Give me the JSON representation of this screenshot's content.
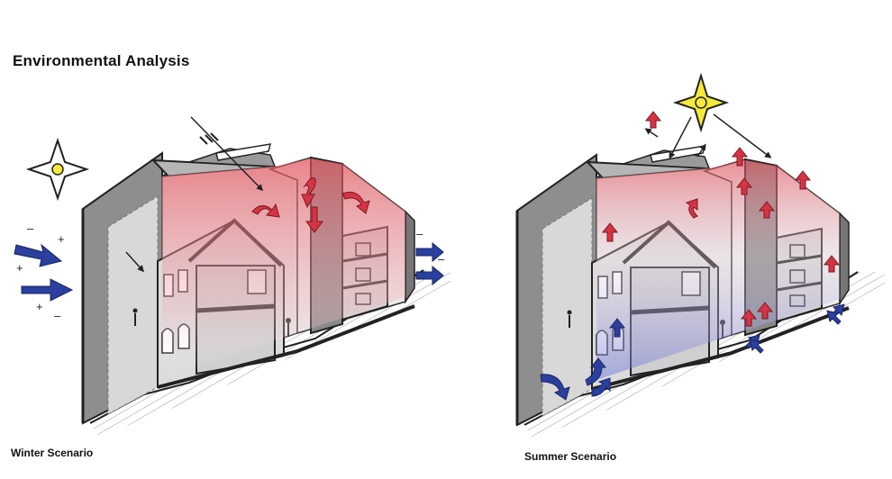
{
  "title": "Environmental Analysis",
  "winter": {
    "caption": "Winter Scenario"
  },
  "summer": {
    "caption": "Summer Scenario"
  },
  "colors": {
    "warm": "#e8505a",
    "cool": "#6e78d8",
    "arrow_blue": "#2a3f9e",
    "arrow_red": "#d63345",
    "sun": "#f4ea3a",
    "wall": "#8c8c8c",
    "roof": "#9a9a9a"
  },
  "icons": [
    "sun-icon",
    "wind-arrow-icon",
    "heat-arrow-icon"
  ]
}
